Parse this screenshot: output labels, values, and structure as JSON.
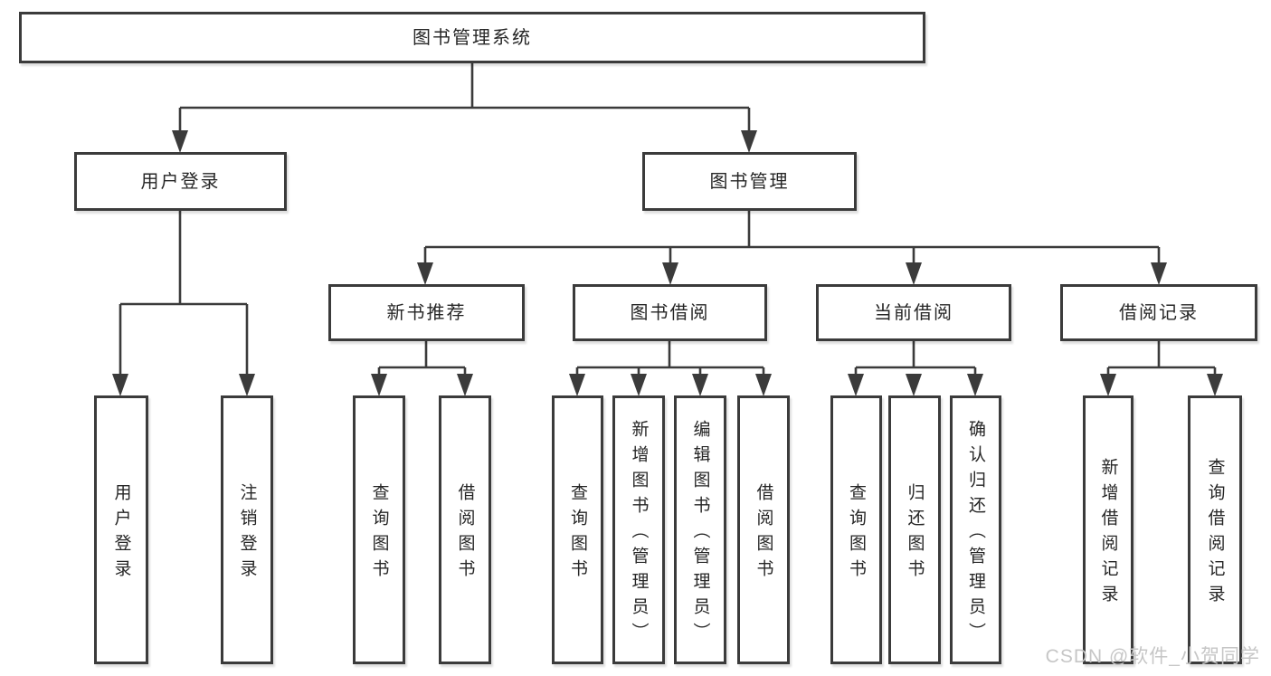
{
  "diagram": {
    "root": {
      "label": "图书管理系统"
    },
    "branches": [
      {
        "label": "用户登录",
        "children": [
          {
            "label": "用户登录"
          },
          {
            "label": "注销登录"
          }
        ]
      },
      {
        "label": "图书管理",
        "children": [
          {
            "label": "新书推荐",
            "children": [
              {
                "label": "查询图书"
              },
              {
                "label": "借阅图书"
              }
            ]
          },
          {
            "label": "图书借阅",
            "children": [
              {
                "label": "查询图书"
              },
              {
                "label": "新增图书（管理员）"
              },
              {
                "label": "编辑图书（管理员）"
              },
              {
                "label": "借阅图书"
              }
            ]
          },
          {
            "label": "当前借阅",
            "children": [
              {
                "label": "查询图书"
              },
              {
                "label": "归还图书"
              },
              {
                "label": "确认归还（管理员）"
              }
            ]
          },
          {
            "label": "借阅记录",
            "children": [
              {
                "label": "新增借阅记录"
              },
              {
                "label": "查询借阅记录"
              }
            ]
          }
        ]
      }
    ]
  },
  "watermark": {
    "text": "CSDN @软件_小贺同学"
  },
  "colors": {
    "line": "#3b3b3b",
    "text": "#262626",
    "background": "#ffffff",
    "watermark": "#c6c6c6"
  }
}
